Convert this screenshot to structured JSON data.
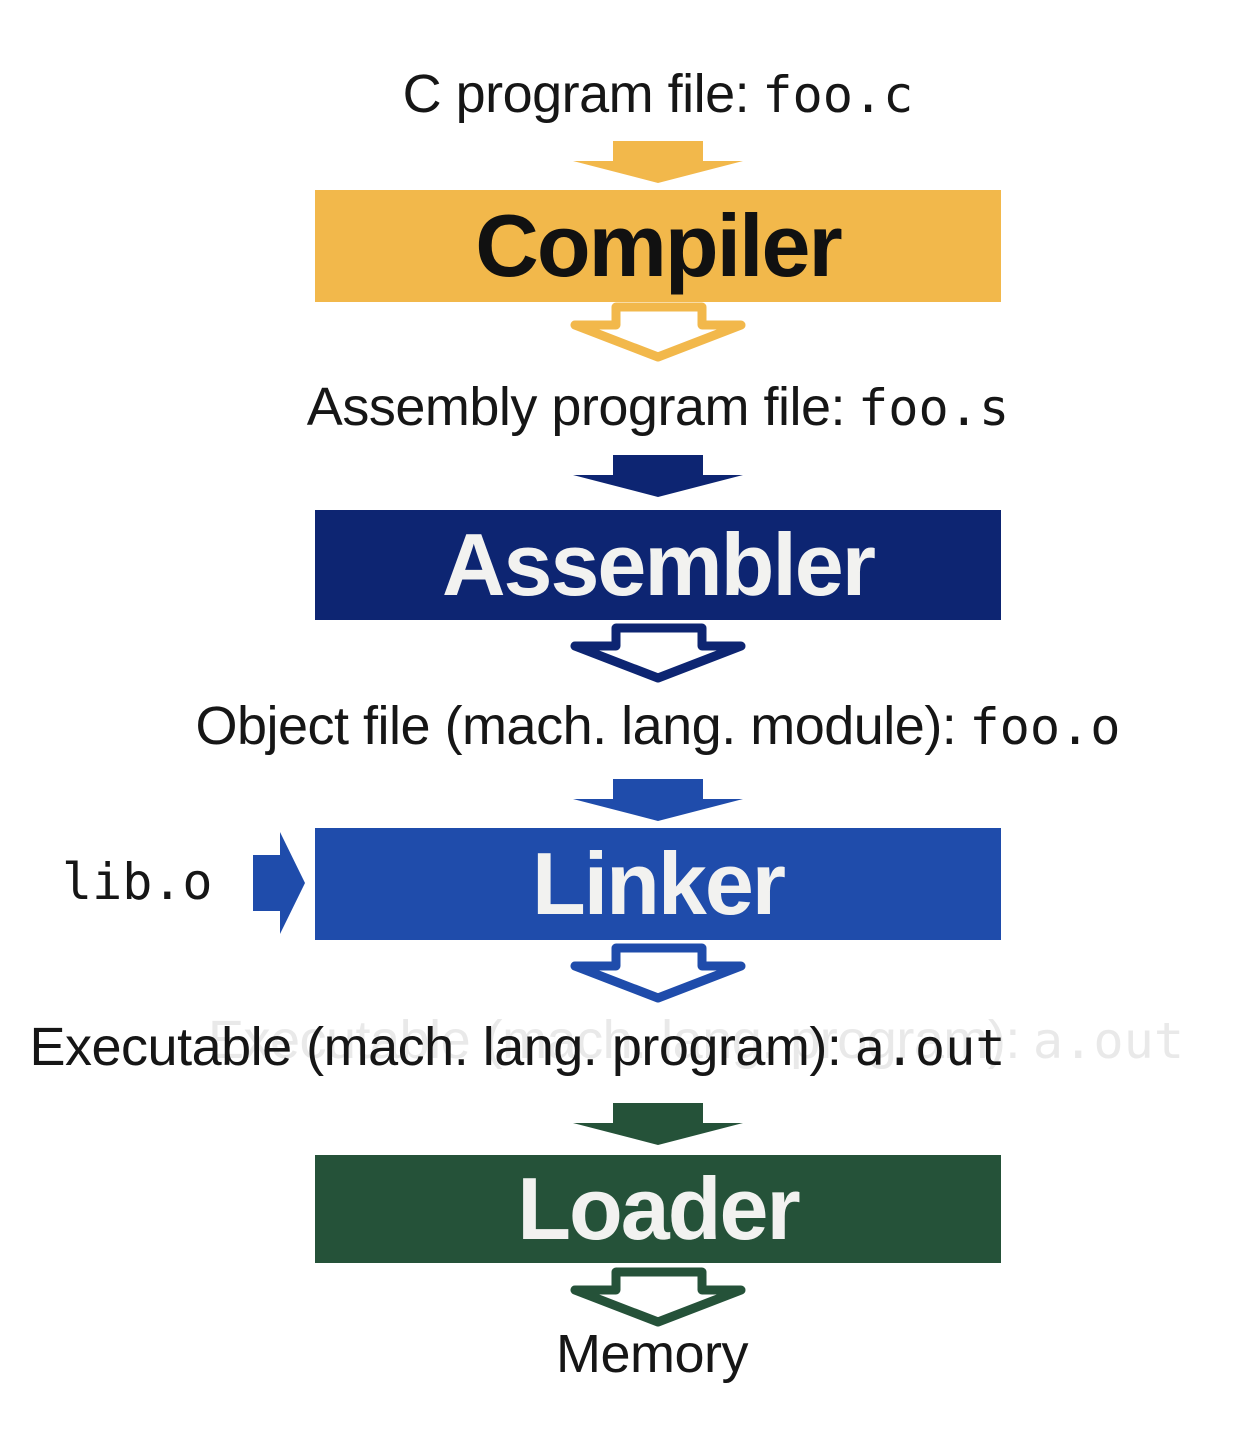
{
  "colors": {
    "compiler_yellow": "#F2B84B",
    "assembler_navy": "#0D2572",
    "linker_blue": "#1F4CAB",
    "loader_green": "#255239",
    "box_text_light": "#F2F2F0",
    "box_text_dark": "#111111",
    "body_text": "#161616",
    "ghost_text": "#E9E9E9"
  },
  "stages": {
    "c_program": {
      "label": "C program file:",
      "file": "foo.c"
    },
    "assembly": {
      "label": "Assembly program file:",
      "file": "foo.s"
    },
    "object": {
      "label": "Object file (mach. lang. module):",
      "file": "foo.o"
    },
    "executable": {
      "label": "Executable (mach. lang. program):",
      "file": "a.out"
    },
    "memory": {
      "label": "Memory"
    },
    "lib_input": {
      "label": "lib.o"
    }
  },
  "boxes": {
    "compiler": {
      "label": "Compiler"
    },
    "assembler": {
      "label": "Assembler"
    },
    "linker": {
      "label": "Linker"
    },
    "loader": {
      "label": "Loader"
    }
  },
  "icons": {
    "down_solid": "down-arrow-solid-icon",
    "down_hollow": "down-arrow-hollow-icon",
    "right_solid": "right-arrow-solid-icon"
  }
}
